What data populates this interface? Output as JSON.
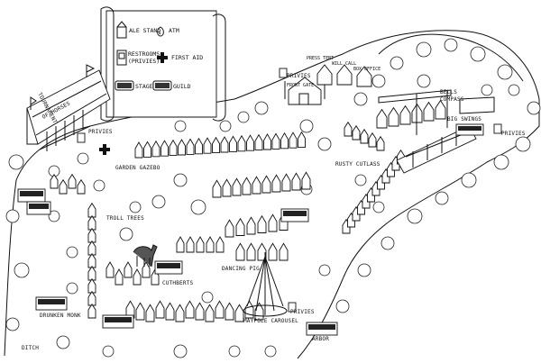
{
  "legend": {
    "ale_stand": "ALE STAND",
    "atm": "ATM",
    "restrooms": "RESTROOMS",
    "privies_paren": "(PRIVIES)",
    "first_aid": "FIRST AID",
    "stage": "STAGE",
    "guild": "GUILD"
  },
  "places": {
    "tournament": "TOURNAMENT",
    "of_horses": "OF HORSES",
    "privies_left": "PRIVIES",
    "privies_top": "PRIVIES",
    "privies_right": "PRIVIES",
    "privies_bottom": "PRIVIES",
    "press_tent": "PRESS TENT",
    "will_call": "WILL CALL",
    "box_office": "BOX OFFICE",
    "front_gate": "FRONT GATE",
    "rusty_cutlass": "RUSTY CUTLASS",
    "bells": "BELLS",
    "compass": "COMPASS",
    "big_swings": "BIG SWINGS",
    "trolls_trees": "TROLL TREES",
    "dancing_pig": "DANCING PIG",
    "maypole_carousel": "MAYPOLE CAROUSEL",
    "cuthberts": "CUTHBERTS",
    "drunken_monk": "DRUNKEN MONK",
    "ditch": "DITCH",
    "arbor": "ARBOR",
    "garden_gazebo": "GARDEN GAZEBO"
  }
}
